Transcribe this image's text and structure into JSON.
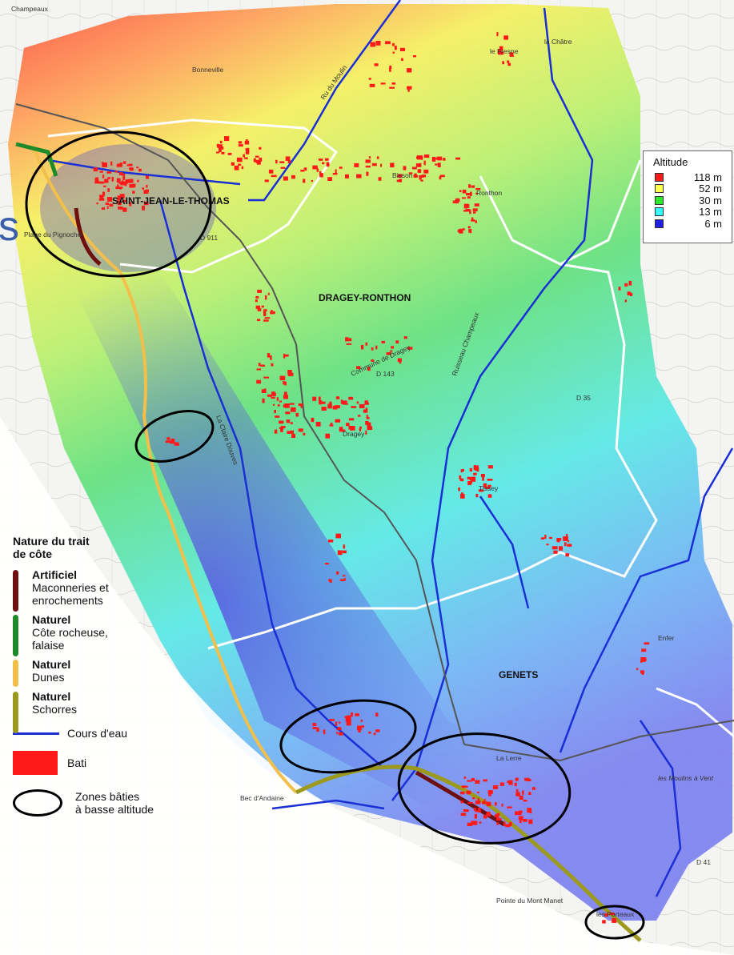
{
  "map": {
    "places": {
      "saint_jean": "SAINT-JEAN-LE-THOMAS",
      "dragey": "DRAGEY-RONTHON",
      "genets": "GENETS"
    },
    "local_labels": {
      "champeaux": "Champeaux",
      "bonneville": "Bonneville",
      "ru_moulin": "Ru du Moulin",
      "le_fresne": "le Fresne",
      "la_chatre": "la Châtre",
      "ronthon": "Ronthon",
      "bisson": "Bisson",
      "commune": "Commune de Dragey",
      "ruisseau": "Ruisseau Champeaux",
      "claire_douves": "La Claire Douves",
      "dragey_v": "Dragey",
      "tissey": "Tissey",
      "la_lerre": "La Lerre",
      "bec_andaine": "Bec d'Andaine",
      "pointe": "Pointe du Mont Manet",
      "les_porteaux": "les Porteaux",
      "enfer": "Enfer",
      "moulins": "les Moulins à Vent",
      "d911": "D 911",
      "d143": "D 143",
      "d35": "D 35",
      "d41": "D 41",
      "plage": "Plage du Pignochet"
    },
    "partial_s": "s"
  },
  "altitude_legend": {
    "title": "Altitude",
    "items": [
      {
        "label": "118 m",
        "color": "#ff1a1a"
      },
      {
        "label": "52 m",
        "color": "#ffff4d"
      },
      {
        "label": "30 m",
        "color": "#2ee82e"
      },
      {
        "label": "13 m",
        "color": "#33ffff"
      },
      {
        "label": "6 m",
        "color": "#1f1fe6"
      }
    ]
  },
  "coast_legend": {
    "title": "Nature du trait\nde côte",
    "items": [
      {
        "name": "Artificiel",
        "desc": "Maconneries et\nenrochements",
        "color": "#6e1010"
      },
      {
        "name": "Naturel",
        "desc": "Côte rocheuse,\nfalaise",
        "color": "#1f8a2a"
      },
      {
        "name": "Naturel",
        "desc": "Dunes",
        "color": "#f2bf4a"
      },
      {
        "name": "Naturel",
        "desc": "Schorres",
        "color": "#9c9a1e"
      }
    ],
    "water": "Cours d'eau",
    "bati": "Bati",
    "zones": "Zones bâties\nà basse altitude",
    "water_color": "#1a2fd6",
    "bati_color": "#ff1a1a"
  }
}
